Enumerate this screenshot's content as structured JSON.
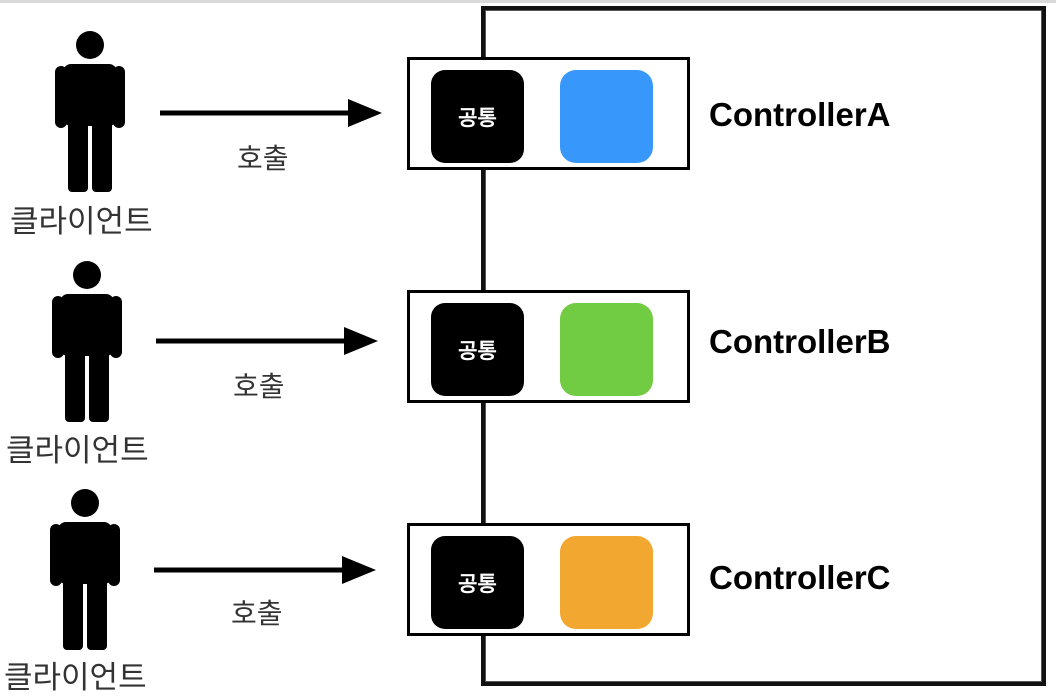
{
  "rows": [
    {
      "client_label": "클라이언트",
      "call_label": "호출",
      "common_label": "공통",
      "controller_label": "ControllerA",
      "color": "#3797fb"
    },
    {
      "client_label": "클라이언트",
      "call_label": "호출",
      "common_label": "공통",
      "controller_label": "ControllerB",
      "color": "#72cc43"
    },
    {
      "client_label": "클라이언트",
      "call_label": "호출",
      "common_label": "공통",
      "controller_label": "ControllerC",
      "color": "#f2a730"
    }
  ]
}
